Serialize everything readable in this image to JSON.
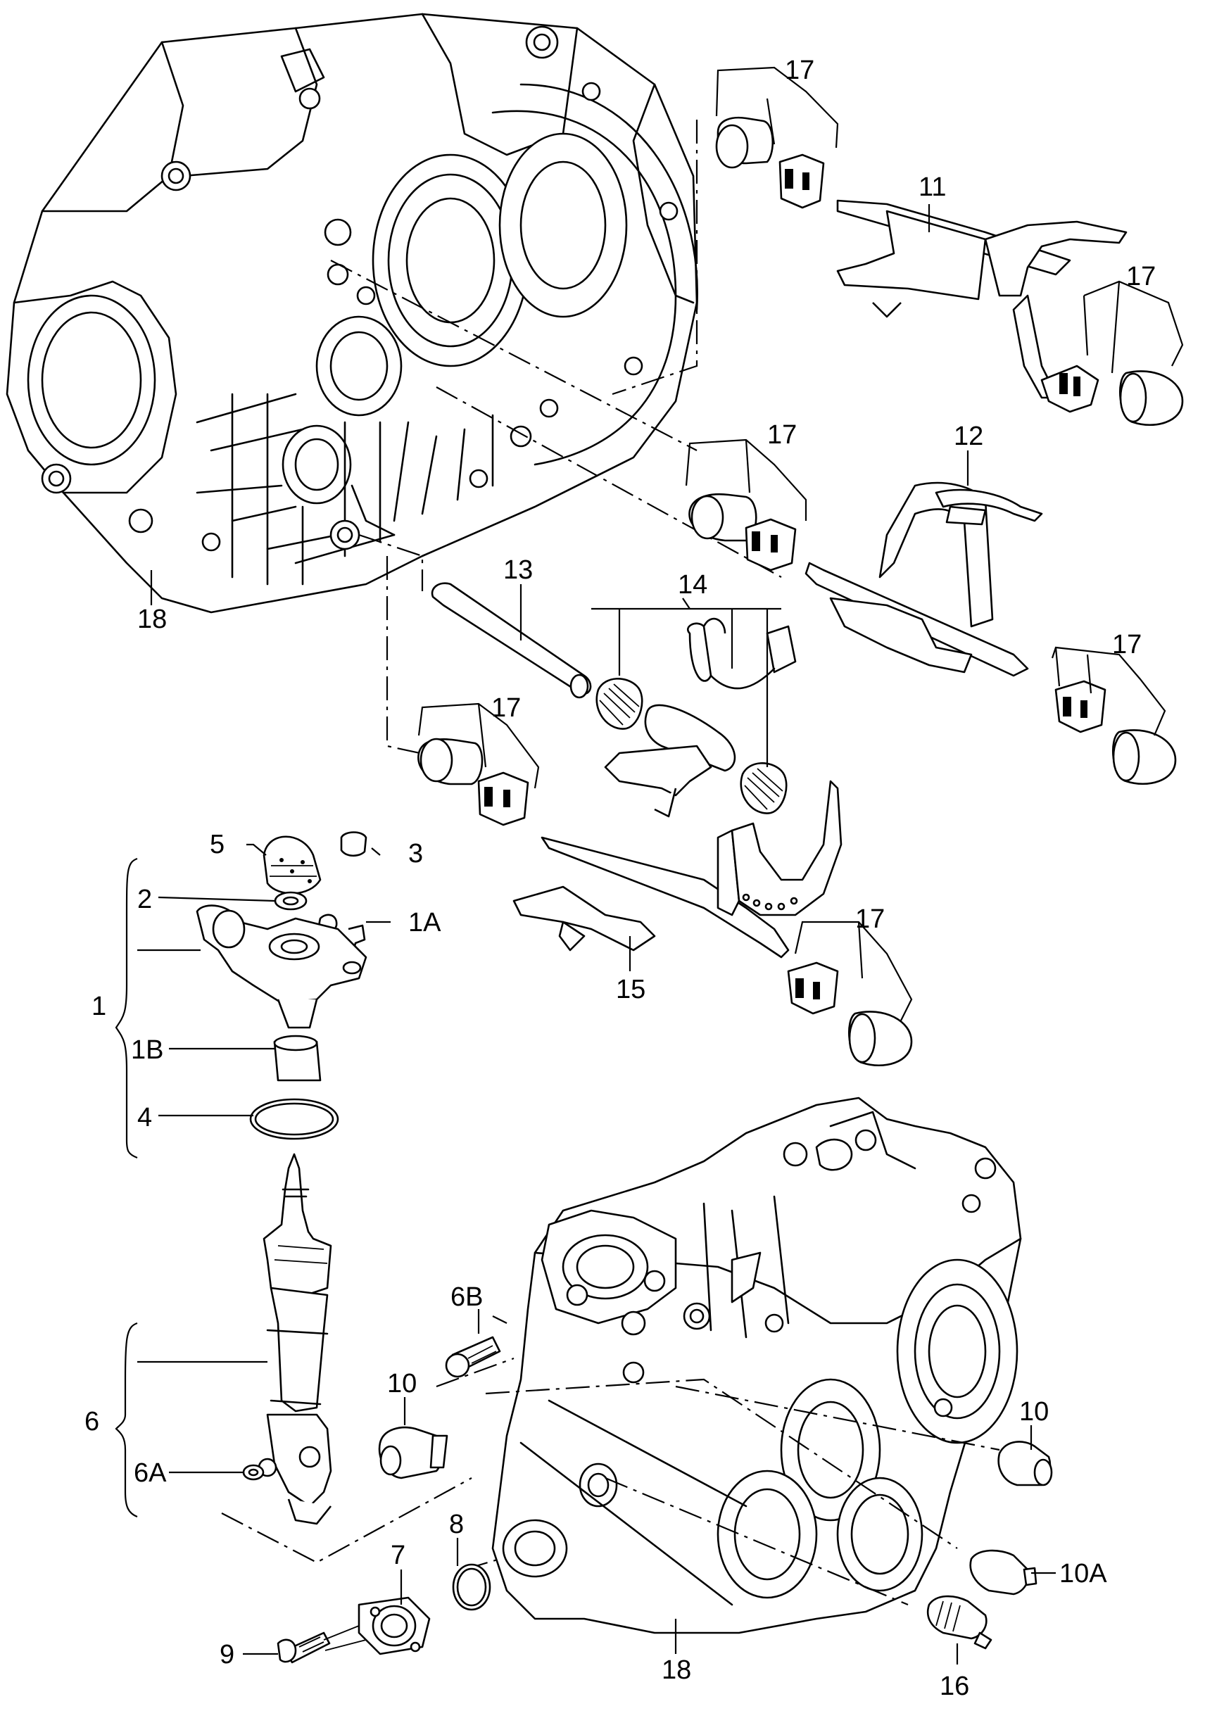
{
  "labels": {
    "c1": "1",
    "c1A": "1A",
    "c1B": "1B",
    "c2": "2",
    "c3": "3",
    "c4": "4",
    "c5": "5",
    "c6": "6",
    "c6A": "6A",
    "c6B": "6B",
    "c7": "7",
    "c8": "8",
    "c9": "9",
    "c10": "10",
    "c10A": "10A",
    "c11": "11",
    "c12": "12",
    "c13": "13",
    "c14": "14",
    "c15": "15",
    "c16": "16",
    "c17": "17",
    "c18": "18"
  }
}
